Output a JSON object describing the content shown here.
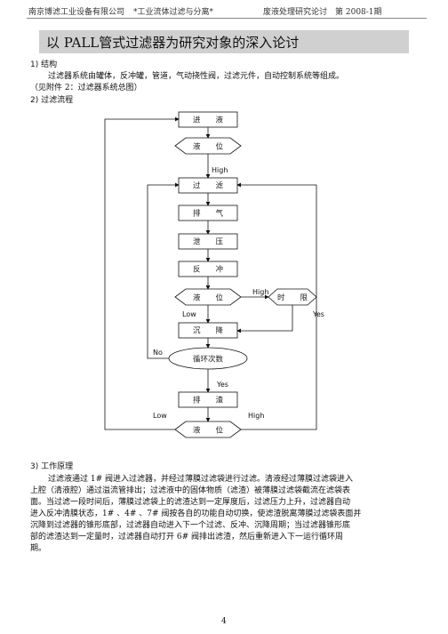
{
  "header": {
    "company": "南京博滤工业设备有限公司",
    "series": "*工业流体过滤与分离*",
    "issue": "废液处理研究论讨　第 2008-1期"
  },
  "title": "以 PALL管式过滤器为研究对象的深入论讨",
  "section1": {
    "heading": "1) 结构",
    "line1": "过滤器系统由罐体，反冲罐，管道，气动挠性阀，过滤元件，自动控制系统等组成。",
    "line2": "（见附件 2：过滤器系统总图）"
  },
  "section2": {
    "heading": "2) 过滤流程"
  },
  "flow": {
    "inlet": "进　　液",
    "level1": "液　　位",
    "filter": "过　　滤",
    "vent": "排　　气",
    "depressurize": "泄　　压",
    "backflush": "反　　冲",
    "level2": "液　　位",
    "delay": "时　　限",
    "settle": "沉　　降",
    "cycles": "循环次数",
    "drain": "排　　渣",
    "level3": "液　　位",
    "labels": {
      "high_top": "High",
      "high_mid": "High",
      "low_mid": "Low",
      "yes_right": "Yes",
      "no_left": "No",
      "yes_bottom": "Yes",
      "low_bottom": "Low",
      "high_bottom": "High"
    }
  },
  "section3": {
    "heading": "3) 工作原理",
    "l1": "过滤液通过 1# 阀进入过滤器，并经过薄膜过滤袋进行过滤。清液经过薄膜过滤袋进入",
    "l2": "上腔（清液腔）通过溢流管排出；过滤液中的固体物质（滤渣）被薄膜过滤袋截流在滤袋表",
    "l3": "面。当过滤一段时间后，薄膜过滤袋上的滤渣达到一定厚度后，过滤压力上升，过滤器自动",
    "l4": "进入反冲清膜状态，1# 、4# 、7# 阀按各自的功能自动切换，使滤渣脱离薄膜过滤袋表面并",
    "l5": "沉降到过滤器的锥形底部，过滤器自动进入下一个过滤、反冲、沉降周期；当过滤器锥形底",
    "l6": "部的滤渣达到一定量时，过滤器自动打开 6# 阀排出滤渣，然后重新进入下一运行循环周",
    "l7": "期。"
  },
  "page_number": "4"
}
